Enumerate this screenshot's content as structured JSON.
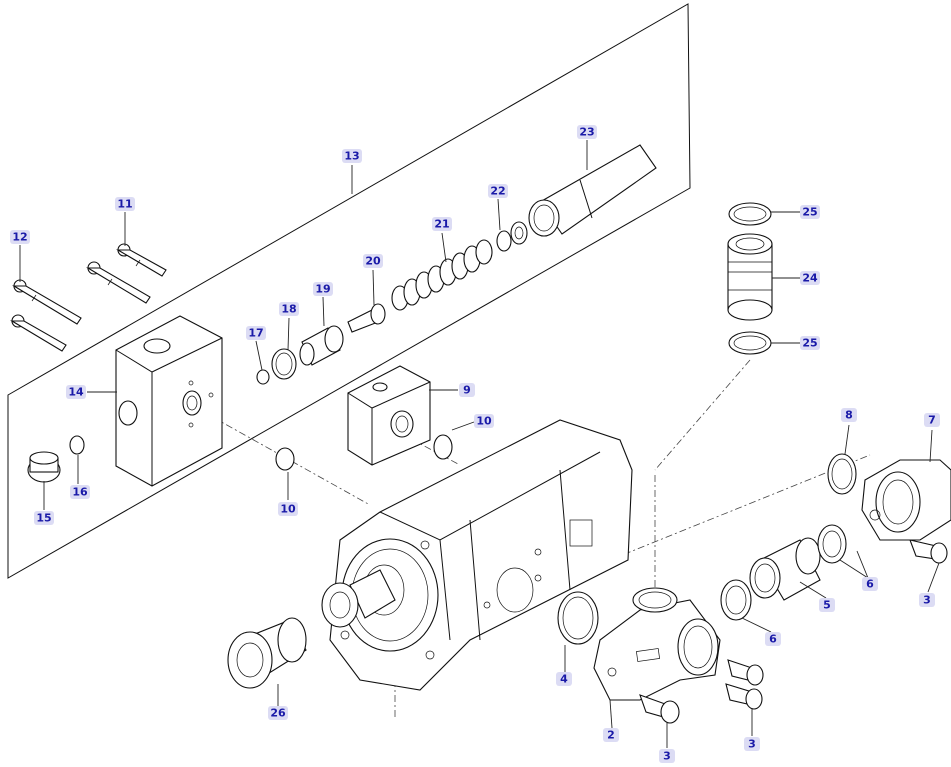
{
  "diagram": {
    "callouts": {
      "c2": "2",
      "c3a": "3",
      "c3b": "3",
      "c3c": "3",
      "c4": "4",
      "c5": "5",
      "c6a": "6",
      "c6b": "6",
      "c7": "7",
      "c8": "8",
      "c9": "9",
      "c10a": "10",
      "c10b": "10",
      "c11": "11",
      "c12": "12",
      "c13": "13",
      "c14": "14",
      "c15": "15",
      "c16": "16",
      "c17": "17",
      "c18": "18",
      "c19": "19",
      "c20": "20",
      "c21": "21",
      "c22": "22",
      "c23": "23",
      "c24": "24",
      "c25a": "25",
      "c25b": "25",
      "c26": "26"
    },
    "colors": {
      "callout_text": "#1a1aa8",
      "callout_chip": "#dcdcf4",
      "line": "#111111"
    }
  }
}
